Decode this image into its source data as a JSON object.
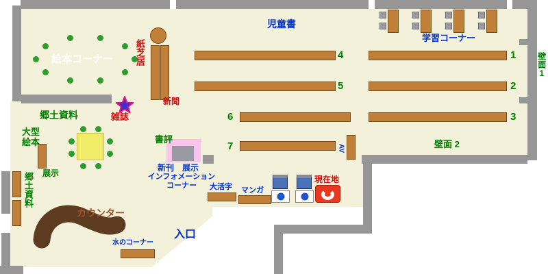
{
  "labels": {
    "children_books": "児童書",
    "study_corner": "学習コーナー",
    "picture_book_corner": "絵本コーナー",
    "kamishibai": "紙芝居",
    "newspaper": "新聞",
    "magazines": "雑誌",
    "local_materials_top": "郷土資料",
    "large_picture_books": "大型絵本",
    "exhibit": "展示",
    "local_materials_left": "郷土資料",
    "book_review": "書評",
    "new_books_display": "新刊　展示",
    "information_corner": "インフォメーション\nコーナー",
    "large_print": "大活字",
    "manga": "マンガ",
    "current_location": "現在地",
    "counter": "カウンター",
    "water_corner": "水のコーナー",
    "entrance": "入口",
    "wall_1": "壁面1",
    "wall_2": "壁面 2",
    "av": "AV"
  },
  "shelf_numbers": {
    "n1": "1",
    "n2": "2",
    "n3": "3",
    "n4": "4",
    "n5": "5",
    "n6": "6",
    "n7": "7"
  },
  "icons": {
    "magazine_star": "star-marker",
    "current_location_marker": "you-are-here-badge"
  },
  "colors": {
    "floor": "#f4f1da",
    "wall": "#969696",
    "shelf": "#c0803a",
    "shelf_border": "#7a4a14",
    "counter": "#5d3b20",
    "text_blue": "#0033cc",
    "text_green": "#008000",
    "text_red": "#cc1111",
    "table_yellow": "#f0ec6a",
    "display_pink": "#f8c4ee",
    "marker_red": "#e83820",
    "chair_green": "#2e9b2e",
    "star_fill": "#3a35c8",
    "star_stroke": "#e8148c"
  }
}
